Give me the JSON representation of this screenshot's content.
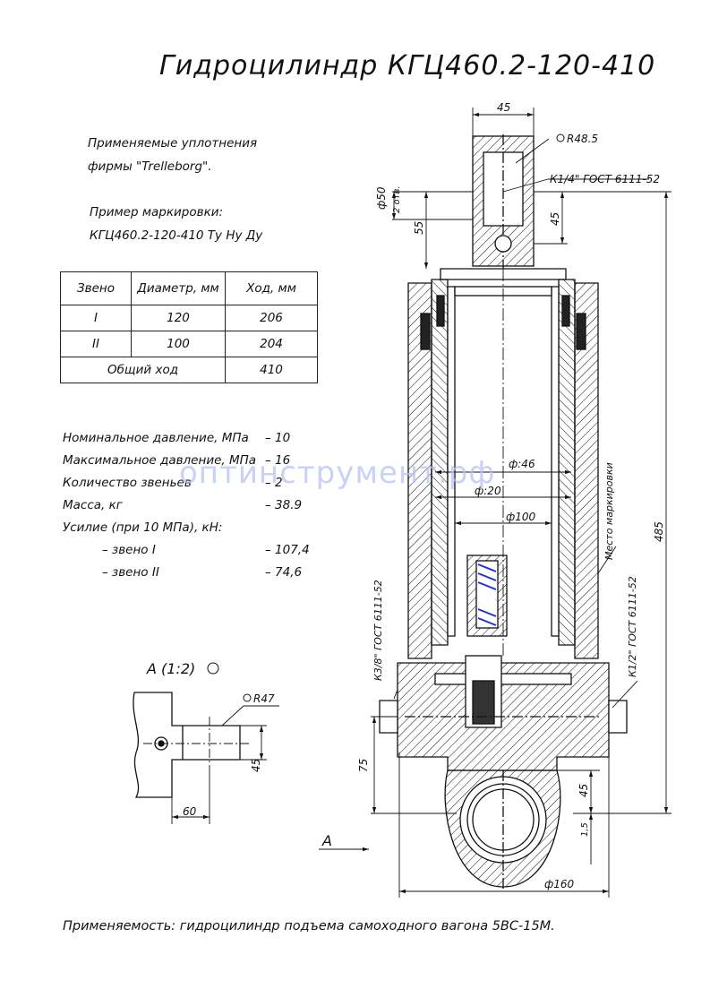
{
  "title": "Гидроцилиндр КГЦ460.2-120-410",
  "notes": {
    "seals_line1": "Применяемые уплотнения",
    "seals_line2": "фирмы \"Trelleborg\".",
    "marking_line1": "Пример маркировки:",
    "marking_line2": "КГЦ460.2-120-410 Ту Ну Ду"
  },
  "table": {
    "headers": [
      "Звено",
      "Диаметр, мм",
      "Ход, мм"
    ],
    "rows": [
      {
        "link": "I",
        "diameter": "120",
        "stroke": "206"
      },
      {
        "link": "II",
        "diameter": "100",
        "stroke": "204"
      }
    ],
    "total_label": "Общий ход",
    "total_value": "410"
  },
  "specs": [
    {
      "label": "Номинальное давление, МПа",
      "value": "– 10"
    },
    {
      "label": "Максимальное давление, МПа",
      "value": "– 16"
    },
    {
      "label": "Количество звеньев",
      "value": "– 2"
    },
    {
      "label": "Масса, кг",
      "value": "– 38.9"
    },
    {
      "label": "Усилие (при 10 МПа), кН:",
      "value": ""
    },
    {
      "label": "– звено I",
      "value": "– 107,4"
    },
    {
      "label": "– звено II",
      "value": "– 74,6"
    }
  ],
  "watermark": "оптинструмент.рф",
  "drawing": {
    "dim_45_top": "45",
    "dim_r485": "R48.5",
    "dim_thread_top": "К1/4\" ГОСТ 6111-52",
    "dim_d50": "ф50",
    "dim_2holes": "2 отв.",
    "dim_55": "55",
    "dim_45_side": "45",
    "dim_d46": "ф:46",
    "dim_d20": "ф:20",
    "dim_d100": "ф100",
    "dim_485": "485",
    "marking_place": "Место маркировки",
    "thread_left": "К3/8\" ГОСТ 6111-52",
    "thread_right": "К1/2\" ГОСТ 6111-52",
    "dim_75": "75",
    "dim_45_bottom": "45",
    "dim_15": "1,5",
    "dim_d160": "ф160",
    "view_arrow": "А",
    "view_title": "А (1:2)",
    "view_r47": "R47",
    "view_45": "45",
    "view_60": "60"
  },
  "footer": "Применяемость: гидроцилиндр подъема самоходного вагона 5ВС-15М."
}
